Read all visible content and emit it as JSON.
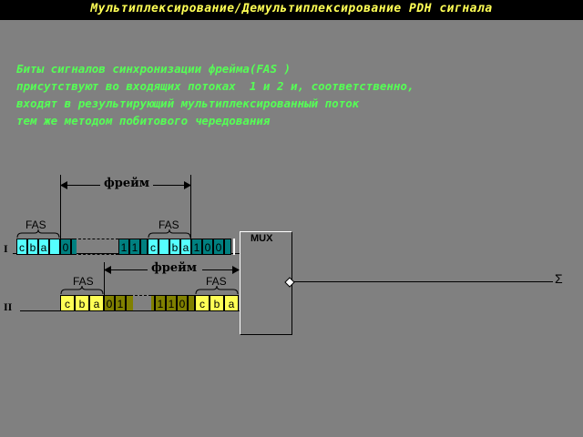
{
  "title": "Мультиплексирование/Демультиплексирование PDH сигнала",
  "description": "Биты сигналов синхронизации фрейма(FAS )\nприсутствуют во входящих потоках  1 и 2 и, соответственно,\nвходят в результирующий мультиплексированный поток\nтем же методом побитового чередования",
  "frame_label": "фрейм",
  "fas_label": "FAS",
  "mux_label": "MUX",
  "sum_label": "Σ",
  "stream1": {
    "label": "I",
    "fas_start": [
      "c",
      "b",
      "a"
    ],
    "after_fas_start": [
      "0"
    ],
    "tail": [
      "1",
      "1"
    ],
    "fas_end": [
      "c",
      "b",
      "a"
    ],
    "after_fas_end": [
      "1",
      "0",
      "0"
    ]
  },
  "stream2": {
    "label": "II",
    "fas_start": [
      "c",
      "b",
      "a"
    ],
    "after_fas_start": [
      "0",
      "1"
    ],
    "tail": [
      "1",
      "1",
      "0"
    ],
    "fas_end": [
      "c",
      "b",
      "a"
    ]
  },
  "colors": {
    "cyan": "#55ffff",
    "teal": "#008080",
    "yellow": "#ffff55",
    "olive": "#808000",
    "green": "#55ff55",
    "titletext": "#ffff55"
  }
}
